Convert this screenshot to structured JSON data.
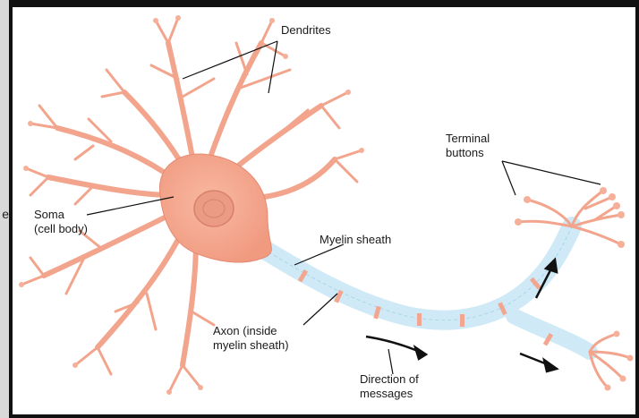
{
  "edge_glyph": "e",
  "labels": {
    "dendrites": "Dendrites",
    "terminal_line1": "Terminal",
    "terminal_line2": "buttons",
    "soma_line1": "Soma",
    "soma_line2": "(cell body)",
    "myelin": "Myelin sheath",
    "axon_line1": "Axon (inside",
    "axon_line2": "myelin sheath)",
    "direction_line1": "Direction of",
    "direction_line2": "messages"
  },
  "colors": {
    "neuron_fill": "#f6a890",
    "neuron_stroke": "#e48a72",
    "nucleus": "#eb9a84",
    "myelin": "#cfeaf6",
    "myelin_stroke": "#a9d6ea",
    "node": "#f3a68f",
    "arrow": "#111111",
    "leader": "#111111"
  }
}
